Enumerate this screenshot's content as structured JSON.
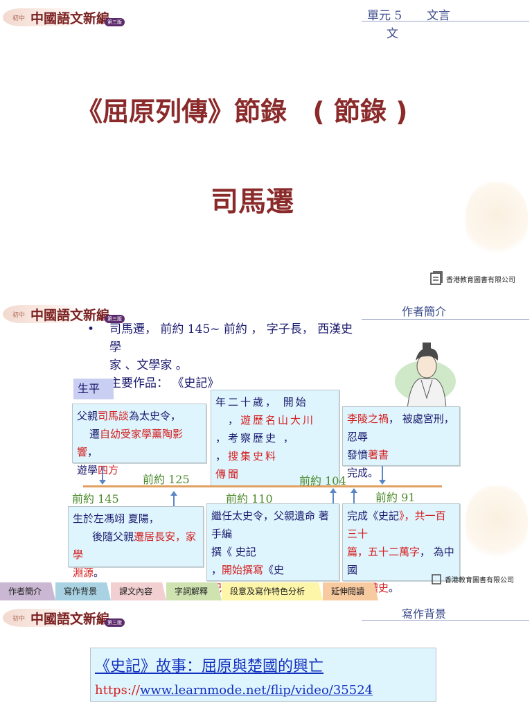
{
  "slide1": {
    "logo": {
      "small": "初中",
      "main": "中國語文新編",
      "edition": "第三版"
    },
    "header": {
      "unit": "單元 5",
      "unit_suffix": "文言",
      "unit_tail": "文"
    },
    "title": "《屈原列傳》節錄",
    "title_paren": "( 節錄 )",
    "author": "司馬遷",
    "publisher": "香港教育圖書有限公司"
  },
  "slide2": {
    "logo": {
      "small": "初中",
      "main": "中國語文新編",
      "edition": "第三版"
    },
    "header": "作者簡介",
    "bullets": [
      "司馬遷， 前約 145~ 前約 ， 字子長， 西漢史學",
      "家 、文學家 。",
      "主要作品： 《史記》"
    ],
    "life_label": "生平",
    "boxes": {
      "b1": {
        "pre": "父親",
        "red1": "司馬談",
        "mid": "為太史令，",
        "line2a": "遷",
        "red2": "自幼受家學薰陶影響",
        "line2b": "，",
        "line3": "遊學",
        "red3": "四方"
      },
      "b2": {
        "line1": "年二十歲， 開始",
        "line2a": "，",
        "red1": "遊歷名山大川",
        "line3": "，考察歷史 ，",
        "line4a": "，",
        "red2": "搜集史料",
        "red3": "傳聞"
      },
      "b3": {
        "red1": "李陵之禍",
        "mid": "， 被處宮刑，忍辱",
        "line2": "發憤",
        "red2": "著書",
        "line3": "完成",
        "tail": "。"
      },
      "b4": {
        "line1": "生於左馮翊 夏陽，",
        "line2": "後隨父親",
        "red1": "遷居長安，家學",
        "red2": "淵源",
        "tail": "。"
      },
      "b5": {
        "line1": "繼任太史令，父親遺命 著手編",
        "line2": "撰《 史記",
        "line3a": "，",
        "red1": "開始撰寫",
        "line3b": "《史",
        "red2": "記》",
        "tail": "。"
      },
      "b6": {
        "line1": "完成《史記",
        "red1": "》，共一百三十",
        "red2": "篇，五十二萬字",
        "mid": "， 為中國",
        "red3": "紀傳體史",
        "tail": "。"
      }
    },
    "timeline": {
      "t145": "前約 145",
      "t125": "前約 125",
      "t110": "前約 110",
      "t104": "前約 104",
      "t91": "前約 91"
    },
    "nav_tabs": [
      "作者簡介",
      "寫作背景",
      "課文內容",
      "字詞解釋",
      "段意及寫作特色分析",
      "延伸閱讀"
    ],
    "publisher": "香港教育圖書有限公司"
  },
  "slide3": {
    "logo": {
      "small": "初中",
      "main": "中國語文新編",
      "edition": "第三版"
    },
    "header": "寫作背景",
    "link_title": "《史記》故事：屈原與楚國的興亡",
    "url_prefix": "https://",
    "url": "www.learnmode.net/flip/video/35524"
  },
  "colors": {
    "title_red": "#8b2a2a",
    "header_blue": "#3c4c8c",
    "box_bg": "#dff5fd",
    "accent_red": "#d32020",
    "date_green": "#4a8a2a",
    "timeline": "#e0a060"
  }
}
